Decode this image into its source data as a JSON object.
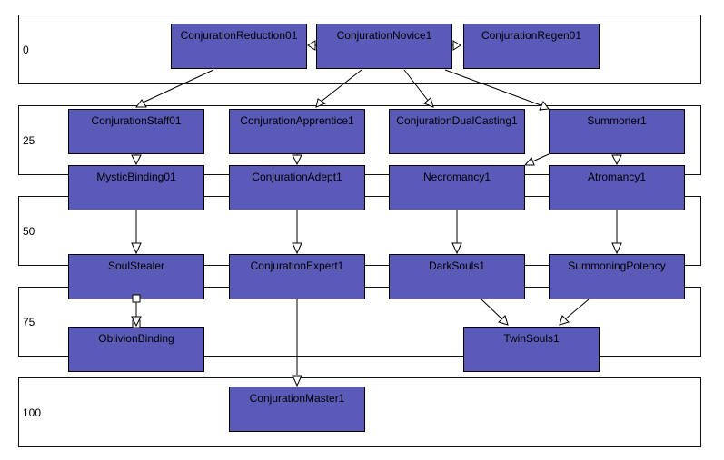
{
  "bands": [
    {
      "id": "band-0",
      "label": "0"
    },
    {
      "id": "band-25",
      "label": "25"
    },
    {
      "id": "band-50",
      "label": "50"
    },
    {
      "id": "band-75",
      "label": "75"
    },
    {
      "id": "band-100",
      "label": "100"
    }
  ],
  "nodes": {
    "conjuration_reduction01": "ConjurationReduction01",
    "conjuration_novice1": "ConjurationNovice1",
    "conjuration_regen01": "ConjurationRegen01",
    "conjuration_staff01": "ConjurationStaff01",
    "conjuration_apprentice1": "ConjurationApprentice1",
    "conjuration_dual_casting1": "ConjurationDualCasting1",
    "summoner1": "Summoner1",
    "mystic_binding01": "MysticBinding01",
    "conjuration_adept1": "ConjurationAdept1",
    "necromancy1": "Necromancy1",
    "atromancy1": "Atromancy1",
    "soul_stealer": "SoulStealer",
    "conjuration_expert1": "ConjurationExpert1",
    "dark_souls1": "DarkSouls1",
    "summoning_potency": "SummoningPotency",
    "oblivion_binding": "OblivionBinding",
    "twin_souls1": "TwinSouls1",
    "conjuration_master1": "ConjurationMaster1"
  },
  "colors": {
    "node_fill": "#5a5ab8",
    "node_border": "#000000",
    "edge": "#000000",
    "band_border": "#111111"
  }
}
